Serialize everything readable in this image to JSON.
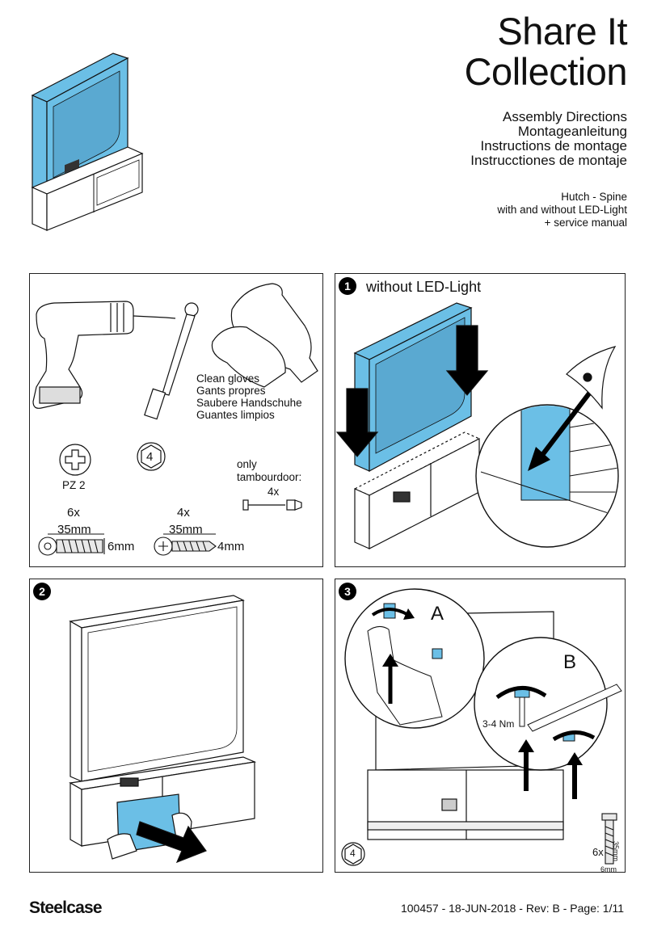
{
  "header": {
    "title_line1": "Share It",
    "title_line2": "Collection",
    "subtitles": [
      "Assembly Directions",
      "Montageanleitung",
      "Instructions de montage",
      "Instrucctiones de montaje"
    ],
    "description": [
      "Hutch - Spine",
      "with and without LED-Light",
      "+ service manual"
    ]
  },
  "tools": {
    "gloves": [
      "Clean gloves",
      "Gants propres",
      "Saubere Handschuhe",
      "Guantes limpios"
    ],
    "bit_label": "PZ 2",
    "key_number": "4",
    "only_label": "only",
    "tambour_label": "tambourdoor:",
    "tambour_qty": "4x",
    "screw1_qty": "6x",
    "screw1_length": "35mm",
    "screw1_dia": "6mm",
    "screw2_qty": "4x",
    "screw2_length": "35mm",
    "screw2_dia": "4mm"
  },
  "step1": {
    "number": "1",
    "title": "without LED-Light"
  },
  "step2": {
    "number": "2"
  },
  "step3": {
    "number": "3",
    "label_a": "A",
    "label_b": "B",
    "torque": "3-4 Nm",
    "key_number": "4",
    "bolt_qty": "6x",
    "bolt_length": "35mm",
    "bolt_dia": "6mm"
  },
  "footer": {
    "brand": "Steelcase",
    "reference": "100457 - 18-JUN-2018 - Rev: B - Page: 1/11"
  },
  "colors": {
    "accent_blue": "#6bbfe6",
    "ink": "#111111"
  }
}
